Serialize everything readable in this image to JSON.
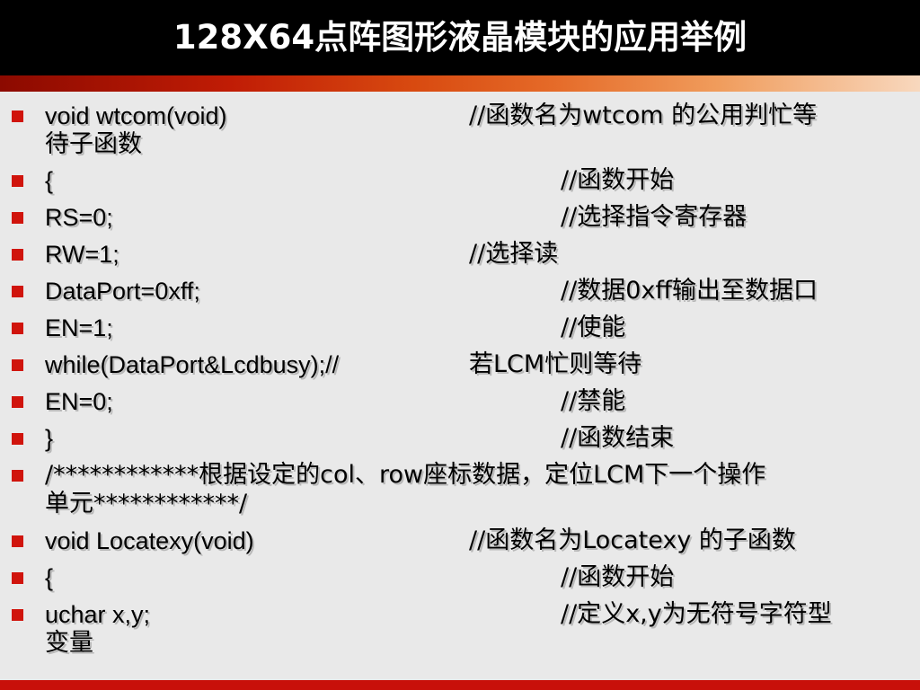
{
  "slide": {
    "title": "128X64点阵图形液晶模块的应用举例",
    "colors": {
      "title_bg": "#000000",
      "title_text": "#ffffff",
      "bullet": "#d0140c",
      "background": "#e9e9e9"
    },
    "bullet_icon": "red-square-bullet",
    "items": [
      {
        "code": "void wtcom(void)",
        "comment": "//函数名为wtcom 的公用判忙等",
        "cont": "待子函数"
      },
      {
        "code": "{",
        "comment": "//函数开始"
      },
      {
        "code": "RS=0;",
        "comment": "//选择指令寄存器"
      },
      {
        "code": "RW=1;",
        "comment": "//选择读"
      },
      {
        "code": "DataPort=0xff;",
        "comment": "//数据0xff输出至数据口"
      },
      {
        "code": "EN=1;",
        "comment": "//使能"
      },
      {
        "code": "while(DataPort&Lcdbusy);//",
        "comment": "若LCM忙则等待"
      },
      {
        "code": "EN=0;",
        "comment": "//禁能"
      },
      {
        "code": "}",
        "comment": "//函数结束"
      },
      {
        "full": "/************根据设定的col、row座标数据，定位LCM下一个操作",
        "cont": "单元************/"
      },
      {
        "code": "void Locatexy(void)",
        "comment": "//函数名为Locatexy 的子函数"
      },
      {
        "code": "{",
        "comment": "//函数开始"
      },
      {
        "code": "uchar x,y;",
        "comment": "//定义x,y为无符号字符型",
        "cont": "变量"
      }
    ]
  }
}
